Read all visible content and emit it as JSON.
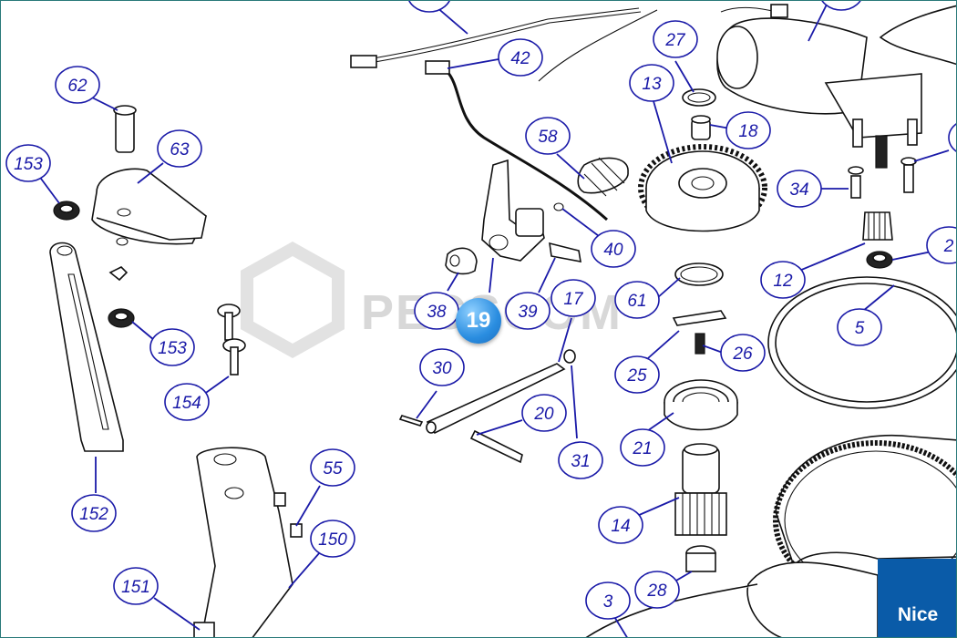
{
  "diagram": {
    "callouts": [
      "62",
      "63",
      "153",
      "153",
      "154",
      "152",
      "151",
      "150",
      "55",
      "42",
      "58",
      "40",
      "38",
      "39",
      "17",
      "30",
      "20",
      "31",
      "27",
      "18",
      "13",
      "34",
      "12",
      "2",
      "5",
      "61",
      "25",
      "26",
      "21",
      "14",
      "28",
      "3"
    ],
    "selected_callout": "19",
    "watermark": "PECSCOM",
    "brand_logo": "Nice"
  }
}
